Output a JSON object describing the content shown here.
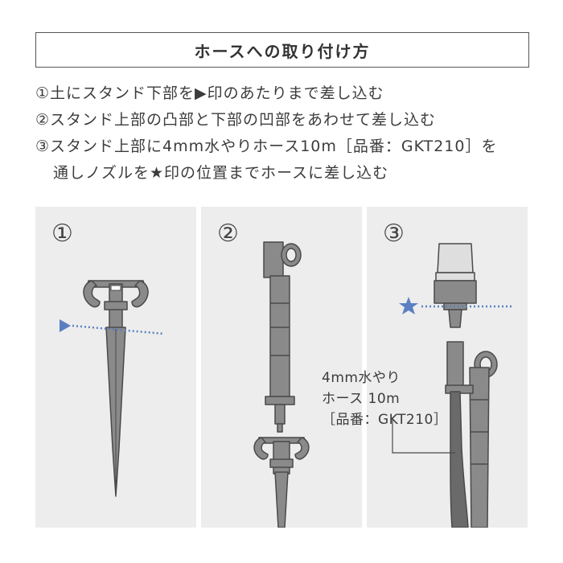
{
  "header": {
    "title": "ホースへの取り付け方"
  },
  "steps": [
    {
      "text": "①土にスタンド下部を▶印のあたりまで差し込む"
    },
    {
      "text": "②スタンド上部の凸部と下部の凹部をあわせて差し込む"
    },
    {
      "text": "③スタンド上部に4mm水やりホース10m［品番：GKT210］を"
    },
    {
      "text": "通しノズルを★印の位置までホースに差し込む"
    }
  ],
  "panels": [
    {
      "number": "①"
    },
    {
      "number": "②"
    },
    {
      "number": "③"
    }
  ],
  "callout": {
    "line1": "4mm水やり",
    "line2": "ホース 10m",
    "line3": "［品番：GKT210］"
  },
  "colors": {
    "marker": "#5b7fc1",
    "part": "#8a8a8a",
    "panel_bg": "#ededed"
  },
  "icons": [
    "triangle-marker-icon",
    "star-marker-icon"
  ]
}
